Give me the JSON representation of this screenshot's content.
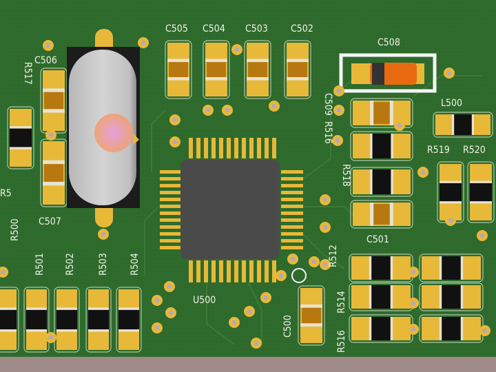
{
  "title": "PCB 3D render",
  "colors": {
    "board": "#2e6a2c",
    "pad": "#e8b838",
    "silkscreen": "#f2f2ea",
    "ic_body": "#4a4a4a",
    "edge": "#a08a88"
  },
  "labels": {
    "c505": "C505",
    "c504": "C504",
    "c503": "C503",
    "c502": "C502",
    "c508": "C508",
    "c506": "C506",
    "r517": "R517",
    "c509": "C509",
    "r516a": "R516",
    "r518": "R518",
    "l500": "L500",
    "r519": "R519",
    "r520": "R520",
    "c507": "C507",
    "r500": "R500",
    "r501": "R501",
    "r502": "R502",
    "r503": "R503",
    "r504": "R504",
    "u500": "U500",
    "c500": "C500",
    "r512": "R512",
    "r514": "R514",
    "r516b": "R516",
    "c501": "C501",
    "r5": "R5"
  }
}
